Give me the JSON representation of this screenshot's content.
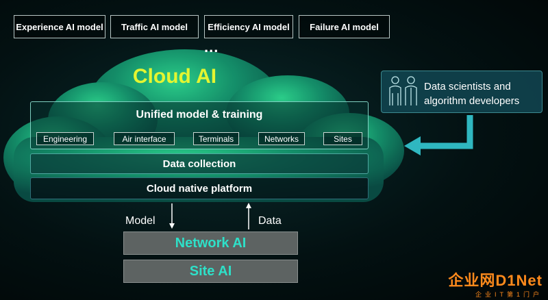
{
  "models": [
    {
      "label": "Experience AI model"
    },
    {
      "label": "Traffic AI model"
    },
    {
      "label": "Efficiency AI model"
    },
    {
      "label": "Failure AI model"
    }
  ],
  "ellipsis": "...",
  "cloud": {
    "title": "Cloud AI",
    "title_color": "#e4f531",
    "cloud_color": "#1fa37a"
  },
  "unified": {
    "title": "Unified model & training",
    "items": [
      "Engineering",
      "Air interface",
      "Terminals",
      "Networks",
      "Sites"
    ]
  },
  "layers": {
    "data_collection": "Data collection",
    "cloud_native": "Cloud native platform"
  },
  "arrows": {
    "down_label": "Model",
    "up_label": "Data"
  },
  "ai_boxes": {
    "network": "Network AI",
    "site": "Site AI",
    "text_color": "#2ee0c8"
  },
  "people": {
    "text_line1": "Data scientists and",
    "text_line2": "algorithm developers",
    "icon": "scientist-icon"
  },
  "watermark": {
    "text": "企业网D1Net",
    "sub": "企业IT第1门户"
  }
}
